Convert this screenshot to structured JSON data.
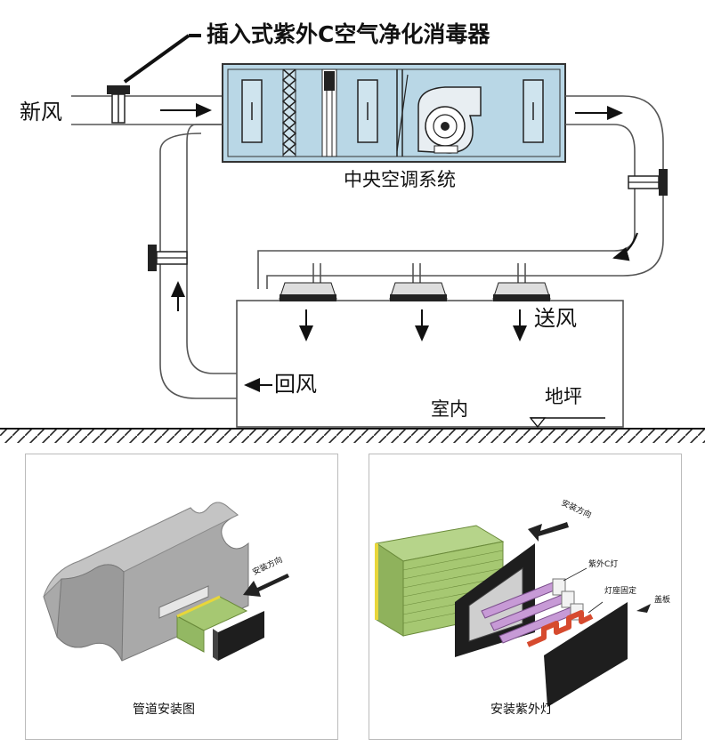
{
  "top": {
    "title": "插入式紫外C空气净化消毒器",
    "fresh_air": "新风",
    "central_ac": "中央空调系统",
    "supply_air": "送风",
    "return_air": "回风",
    "indoor": "室内",
    "floor": "地坪"
  },
  "panel_left": {
    "caption": "管道安装图",
    "direction_label": "安装方向"
  },
  "panel_right": {
    "caption": "安装紫外灯",
    "direction_label": "安装方向",
    "uvc_lamp_label": "紫外C灯",
    "lamp_holder_label": "灯座固定",
    "cover_label": "盖板"
  },
  "colors": {
    "ac_unit_fill": "#b9d7e6",
    "filter_green": "#a6c872",
    "filter_yellow": "#e8d63a",
    "duct_gray": "#a9a9a9",
    "lamp_purple": "#c79ad6",
    "holder_red": "#d64a2e"
  },
  "icons": [
    "fan-icon",
    "filter-icon",
    "diffuser-icon",
    "arrow-icon",
    "ground-hatch-icon"
  ]
}
